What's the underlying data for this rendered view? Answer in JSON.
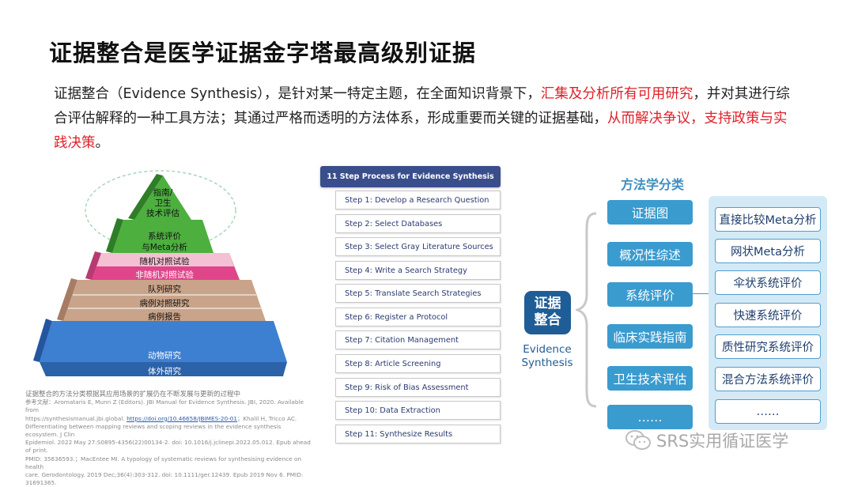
{
  "title": "证据整合是医学证据金字塔最高级别证据",
  "intro": {
    "p1": "证据整合（Evidence Synthesis），是针对某一特定主题，在全面知识背景下，",
    "p1_red": "汇集及分析所有可用研究",
    "p2": "，并对其进行综合评估解释的一种工具方法；其通过严格而透明的方法体系，形成重要而关键的证据基础，",
    "p2_red": "从而解决争议，支持政策与实践决策",
    "p3": "。"
  },
  "pyramid": {
    "top": [
      "指南/",
      "卫生",
      "技术评估"
    ],
    "level2": [
      "系统评价",
      "与Meta分析"
    ],
    "level3a": "随机对照试验",
    "level3b": "非随机对照试验",
    "level4a": "队列研究",
    "level4b": "病例对照研究",
    "level4c": "病例报告",
    "level5a": "动物研究",
    "level5b": "体外研究",
    "colors": {
      "green": "#4caf3e",
      "pink": "#e0458a",
      "rose": "#e07a9a",
      "tan": "#c9a48a",
      "blue": "#3d7fd0",
      "ellipse": "#a8d6b8"
    }
  },
  "references": {
    "heading": "证据整合的方法分类根据其应用场景的扩展仍在不断发展与更新的过程中",
    "l1a": "参考文献：Aromataris E, Munn Z (Editors). JBI Manual for Evidence Synthesis. JBI, 2020. Available from",
    "l2a": "https://synthesismanual.jbi.global. ",
    "l2link": "https://doi.org/10.46658/JBIMES-20-01",
    "l2b": "；Khalil H, Tricco AC.",
    "l3": "Differentiating between mapping reviews and scoping reviews in the evidence synthesis ecosystem. J Clin",
    "l4": "Epidemiol. 2022 May 27:S0895-4356(22)00134-2. doi: 10.1016/j.jclinepi.2022.05.012. Epub ahead of print.",
    "l5": "PMID: 35636593.；MacEntee MI. A typology of systematic reviews for synthesising evidence on health",
    "l6": "care. Gerodontology. 2019 Dec;36(4):303-312. doi: 10.1111/ger.12439. Epub 2019 Nov 6. PMID:",
    "l7": "31691365."
  },
  "steps": {
    "header": "11 Step Process for Evidence Synthesis",
    "items": [
      "Step 1: Develop a Research Question",
      "Step 2: Select Databases",
      "Step 3: Select Gray Literature Sources",
      "Step 4: Write a Search Strategy",
      "Step 5: Translate Search Strategies",
      "Step 6: Register a Protocol",
      "Step 7: Citation Management",
      "Step 8: Article Screening",
      "Step 9: Risk of Bias Assessment",
      "Step 10: Data Extraction",
      "Step 11: Synthesize Results"
    ]
  },
  "methodology": {
    "title": "方法学分类",
    "center_l1": "证据",
    "center_l2": "整合",
    "center_en1": "Evidence",
    "center_en2": "Synthesis",
    "categories": [
      "证据图",
      "概况性综述",
      "系统评价",
      "临床实践指南",
      "卫生技术评估",
      "……"
    ],
    "subtypes": [
      "直接比较Meta分析",
      "网状Meta分析",
      "伞状系统评价",
      "快速系统评价",
      "质性研究系统评价",
      "混合方法系统评价",
      "……"
    ],
    "colors": {
      "center": "#1f5d96",
      "category": "#3a9bcf",
      "panel": "#d4e9f6",
      "sub_border": "#4f9fcf"
    }
  },
  "watermark": {
    "text": "SRS实用循证医学",
    "icon": "wechat-icon"
  }
}
